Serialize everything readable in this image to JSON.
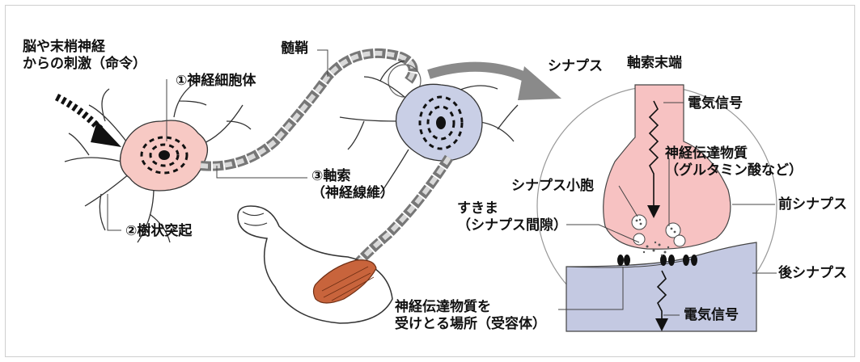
{
  "labels": {
    "stimulus_line1": "脳や末梢神経",
    "stimulus_line2": "からの刺激（命令）",
    "cell_body": "①神経細胞体",
    "dendrite": "②樹状突起",
    "axon_line1": "③軸索",
    "axon_line2": "（神経線維）",
    "myelin": "髄鞘",
    "synapse": "シナプス",
    "axon_terminal": "軸索末端",
    "electric_signal_top": "電気信号",
    "neurotransmitter_line1": "神経伝達物質",
    "neurotransmitter_line2": "（グルタミン酸など）",
    "synaptic_vesicle": "シナプス小胞",
    "cleft_line1": "すきま",
    "cleft_line2": "（シナプス間隙）",
    "presynapse": "前シナプス",
    "postsynapse": "後シナプス",
    "receptor_line1": "神経伝達物質を",
    "receptor_line2": "受けとる場所（受容体）",
    "electric_signal_bottom": "電気信号"
  },
  "colors": {
    "neuron_pink": "#f7c9c4",
    "neuron_blue": "#c9cfe6",
    "presynapse_fill": "#f7c2c2",
    "postsynapse_fill": "#c4c9e2",
    "muscle": "#c8643c",
    "myelin": "#b7b7b7",
    "arrow_gray": "#8a8a8a"
  }
}
